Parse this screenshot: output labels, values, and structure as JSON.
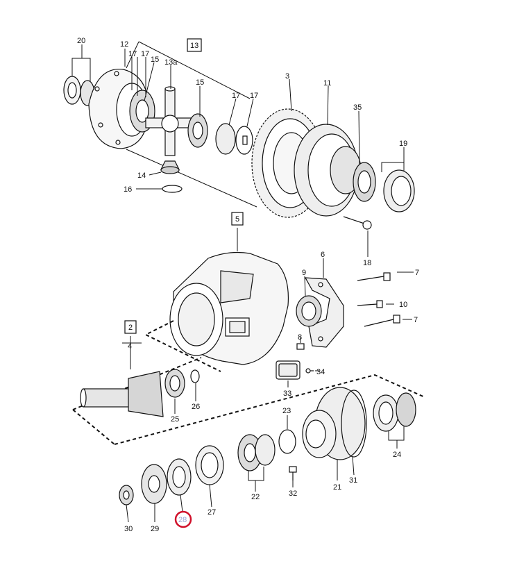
{
  "diagram": {
    "highlight_color": "#d0102a",
    "highlight_fill": "#9aa6d6",
    "highlighted_part": "28",
    "labels": {
      "p2": "2",
      "p3": "3",
      "p4": "4",
      "p5": "5",
      "p6": "6",
      "p7a": "7",
      "p7b": "7",
      "p8": "8",
      "p9": "9",
      "p10": "10",
      "p11": "11",
      "p12": "12",
      "p13": "13",
      "p13a": "13a",
      "p14": "14",
      "p15a": "15",
      "p15b": "15",
      "p16": "16",
      "p17a": "17",
      "p17b": "17",
      "p17c": "17",
      "p17d": "17",
      "p18": "18",
      "p19": "19",
      "p20": "20",
      "p21": "21",
      "p22": "22",
      "p23": "23",
      "p24": "24",
      "p25": "25",
      "p26": "26",
      "p27": "27",
      "p28": "28",
      "p29": "29",
      "p30": "30",
      "p31": "31",
      "p32": "32",
      "p33": "33",
      "p34": "34",
      "p35": "35"
    }
  }
}
